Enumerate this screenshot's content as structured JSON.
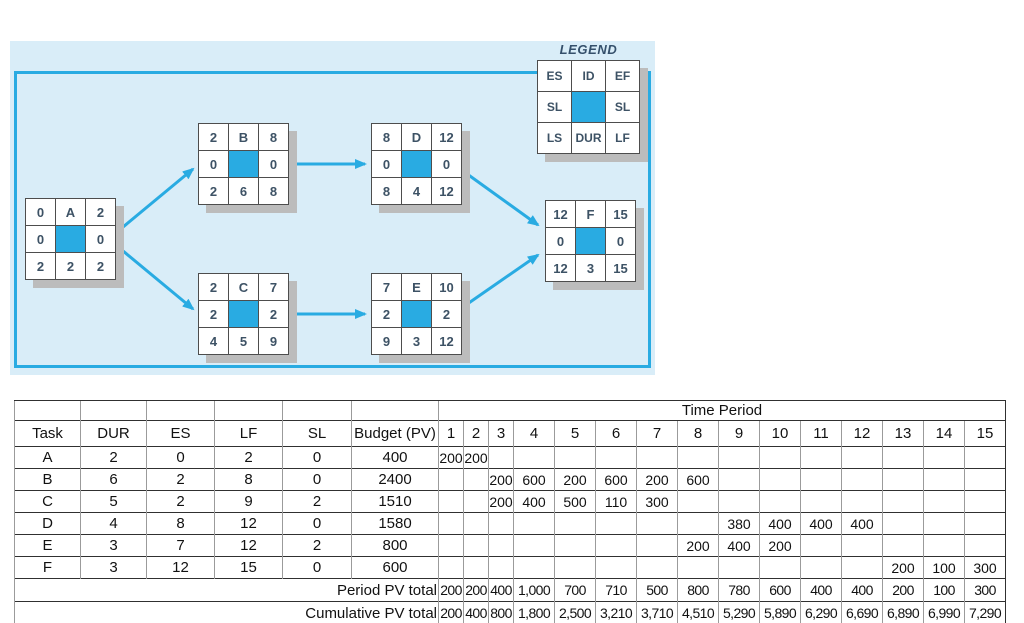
{
  "colors": {
    "accent": "#29abe2",
    "diagram_background": "#d9edf8",
    "node_text": "#3d5265",
    "node_shadow": "#bcbcbc"
  },
  "diagram": {
    "legend_title": "LEGEND",
    "legend_cells": [
      "ES",
      "ID",
      "EF",
      "SL",
      "",
      "SL",
      "LS",
      "DUR",
      "LF"
    ],
    "nodes": [
      {
        "id": "A",
        "cells": [
          "0",
          "A",
          "2",
          "0",
          "",
          "0",
          "2",
          "2",
          "2"
        ]
      },
      {
        "id": "B",
        "cells": [
          "2",
          "B",
          "8",
          "0",
          "",
          "0",
          "2",
          "6",
          "8"
        ]
      },
      {
        "id": "C",
        "cells": [
          "2",
          "C",
          "7",
          "2",
          "",
          "2",
          "4",
          "5",
          "9"
        ]
      },
      {
        "id": "D",
        "cells": [
          "8",
          "D",
          "12",
          "0",
          "",
          "0",
          "8",
          "4",
          "12"
        ]
      },
      {
        "id": "E",
        "cells": [
          "7",
          "E",
          "10",
          "2",
          "",
          "2",
          "9",
          "3",
          "12"
        ]
      },
      {
        "id": "F",
        "cells": [
          "12",
          "F",
          "15",
          "0",
          "",
          "0",
          "12",
          "3",
          "15"
        ]
      }
    ],
    "edges": [
      {
        "from": "A",
        "to": "B"
      },
      {
        "from": "A",
        "to": "C"
      },
      {
        "from": "B",
        "to": "D"
      },
      {
        "from": "C",
        "to": "E"
      },
      {
        "from": "D",
        "to": "F"
      },
      {
        "from": "E",
        "to": "F"
      }
    ]
  },
  "table": {
    "time_period_header": "Time Period",
    "columns": [
      "Task",
      "DUR",
      "ES",
      "LF",
      "SL",
      "Budget (PV)"
    ],
    "period_columns": [
      "1",
      "2",
      "3",
      "4",
      "5",
      "6",
      "7",
      "8",
      "9",
      "10",
      "11",
      "12",
      "13",
      "14",
      "15"
    ],
    "rows": [
      {
        "task": "A",
        "dur": "2",
        "es": "0",
        "lf": "2",
        "sl": "0",
        "budget": "400",
        "periods": [
          "200",
          "200",
          "",
          "",
          "",
          "",
          "",
          "",
          "",
          "",
          "",
          "",
          "",
          "",
          ""
        ]
      },
      {
        "task": "B",
        "dur": "6",
        "es": "2",
        "lf": "8",
        "sl": "0",
        "budget": "2400",
        "periods": [
          "",
          "",
          "200",
          "600",
          "200",
          "600",
          "200",
          "600",
          "",
          "",
          "",
          "",
          "",
          "",
          ""
        ]
      },
      {
        "task": "C",
        "dur": "5",
        "es": "2",
        "lf": "9",
        "sl": "2",
        "budget": "1510",
        "periods": [
          "",
          "",
          "200",
          "400",
          "500",
          "110",
          "300",
          "",
          "",
          "",
          "",
          "",
          "",
          "",
          ""
        ]
      },
      {
        "task": "D",
        "dur": "4",
        "es": "8",
        "lf": "12",
        "sl": "0",
        "budget": "1580",
        "periods": [
          "",
          "",
          "",
          "",
          "",
          "",
          "",
          "",
          "380",
          "400",
          "400",
          "400",
          "",
          "",
          ""
        ]
      },
      {
        "task": "E",
        "dur": "3",
        "es": "7",
        "lf": "12",
        "sl": "2",
        "budget": "800",
        "periods": [
          "",
          "",
          "",
          "",
          "",
          "",
          "",
          "200",
          "400",
          "200",
          "",
          "",
          "",
          "",
          ""
        ]
      },
      {
        "task": "F",
        "dur": "3",
        "es": "12",
        "lf": "15",
        "sl": "0",
        "budget": "600",
        "periods": [
          "",
          "",
          "",
          "",
          "",
          "",
          "",
          "",
          "",
          "",
          "",
          "",
          "200",
          "100",
          "300"
        ]
      }
    ],
    "period_total_label": "Period PV total",
    "period_totals": [
      "200",
      "200",
      "400",
      "1,000",
      "700",
      "710",
      "500",
      "800",
      "780",
      "600",
      "400",
      "400",
      "200",
      "100",
      "300"
    ],
    "cumulative_total_label": "Cumulative PV total",
    "cumulative_totals": [
      "200",
      "400",
      "800",
      "1,800",
      "2,500",
      "3,210",
      "3,710",
      "4,510",
      "5,290",
      "5,890",
      "6,290",
      "6,690",
      "6,890",
      "6,990",
      "7,290"
    ]
  }
}
